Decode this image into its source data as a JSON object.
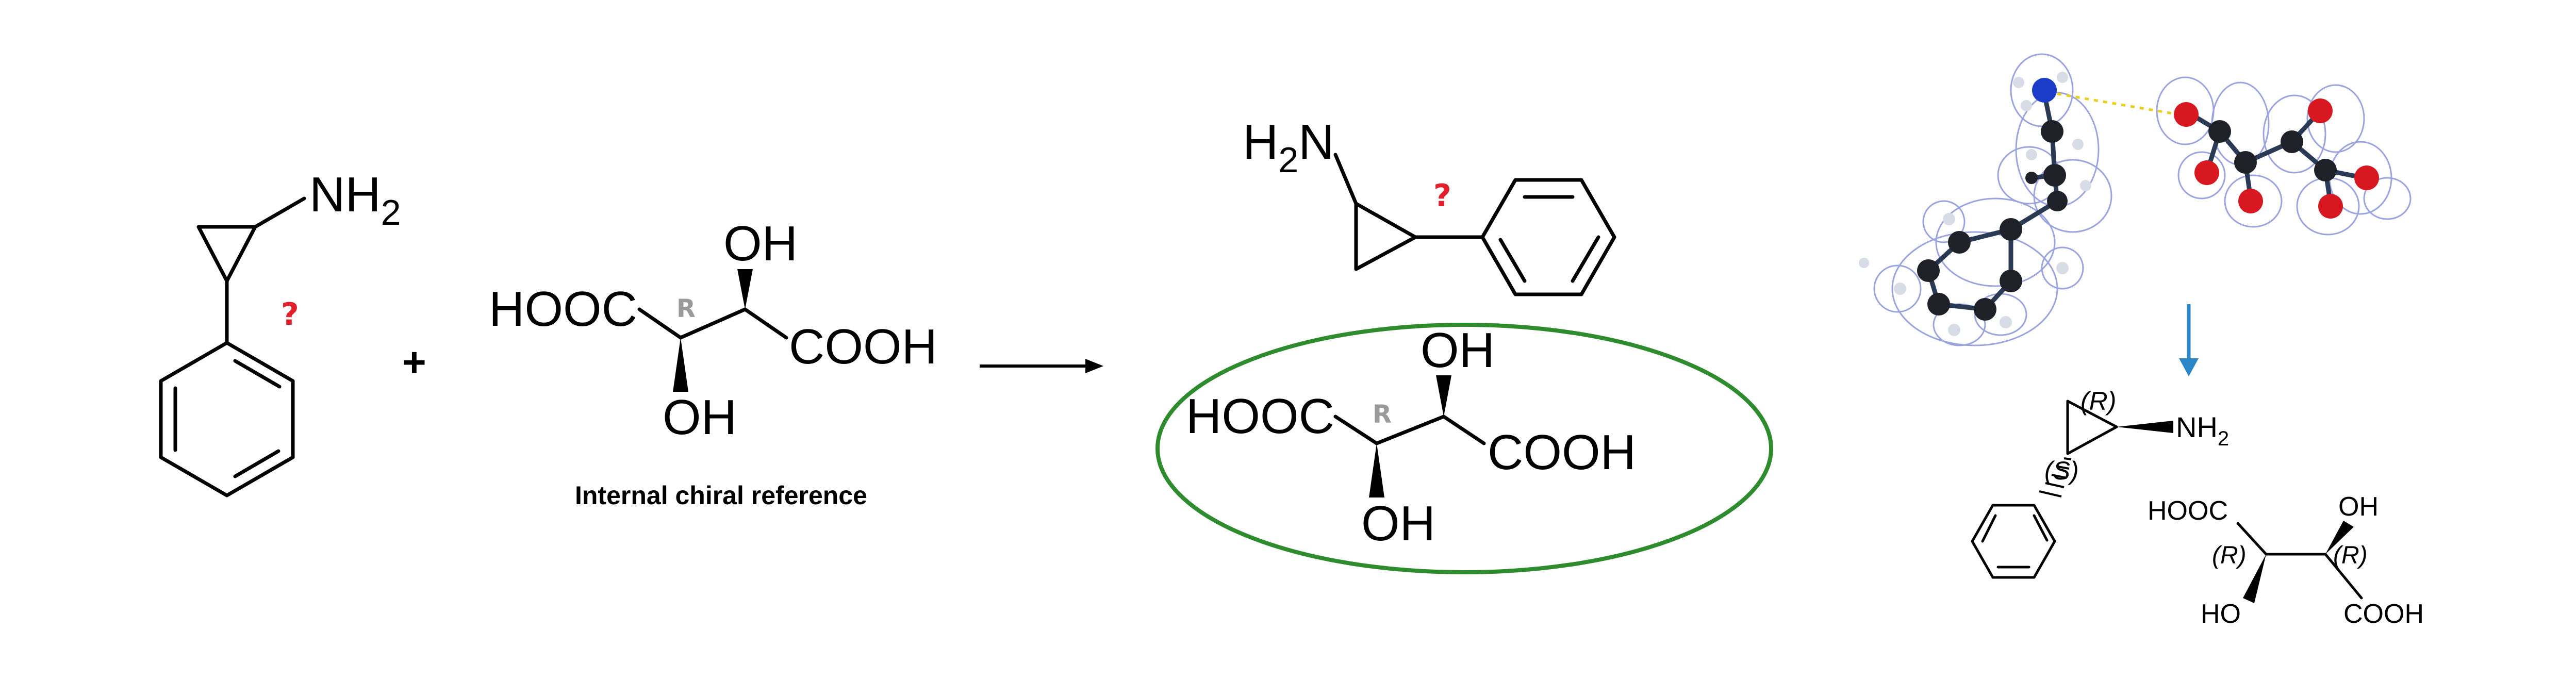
{
  "colors": {
    "bond": "#000000",
    "question": "#e0202a",
    "grey_label": "#9a9a9a",
    "caption": "#d98a2b",
    "product_circle": "#2e8b2e",
    "arrow_blue": "#2b86c8",
    "mesh": "#7b86d6",
    "nitrogen": "#1a3cc8",
    "oxygen": "#d81820",
    "carbon": "#1e2228",
    "hbond": "#e8d020"
  },
  "amine": {
    "nh2": "NH",
    "nh2_sub": "2",
    "unknown": "?"
  },
  "plus": "+",
  "tartaric": {
    "hooc": "HOOC",
    "oh_top": "OH",
    "cooh": "COOH",
    "oh_bottom": "OH",
    "stereo": "R"
  },
  "caption": "Internal chiral reference",
  "product_amine": {
    "h": "H",
    "h_sub": "2",
    "n": "N",
    "unknown": "?"
  },
  "product_tartaric": {
    "hooc": "HOOC",
    "oh_top": "OH",
    "cooh": "COOH",
    "oh_bottom": "OH",
    "stereo": "R"
  },
  "result_amine": {
    "r_label": "(R)",
    "s_label": "(S)",
    "nh2": "NH",
    "nh2_sub": "2"
  },
  "result_tartaric": {
    "hooc": "HOOC",
    "oh_top": "OH",
    "r1": "(R)",
    "r2": "(R)",
    "ho": "HO",
    "cooh": "COOH"
  }
}
